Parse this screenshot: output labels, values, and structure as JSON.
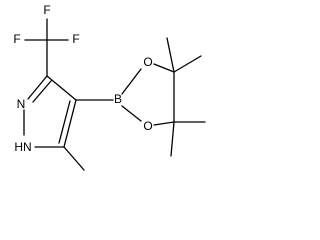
{
  "molecule": {
    "atoms": {
      "cf3_f_top": "F",
      "cf3_f_left": "F",
      "cf3_f_right": "F",
      "pyrazole_n": "N",
      "pyrazole_nh": "HN",
      "boron": "B",
      "ester_o_top": "O",
      "ester_o_bottom": "O"
    }
  }
}
